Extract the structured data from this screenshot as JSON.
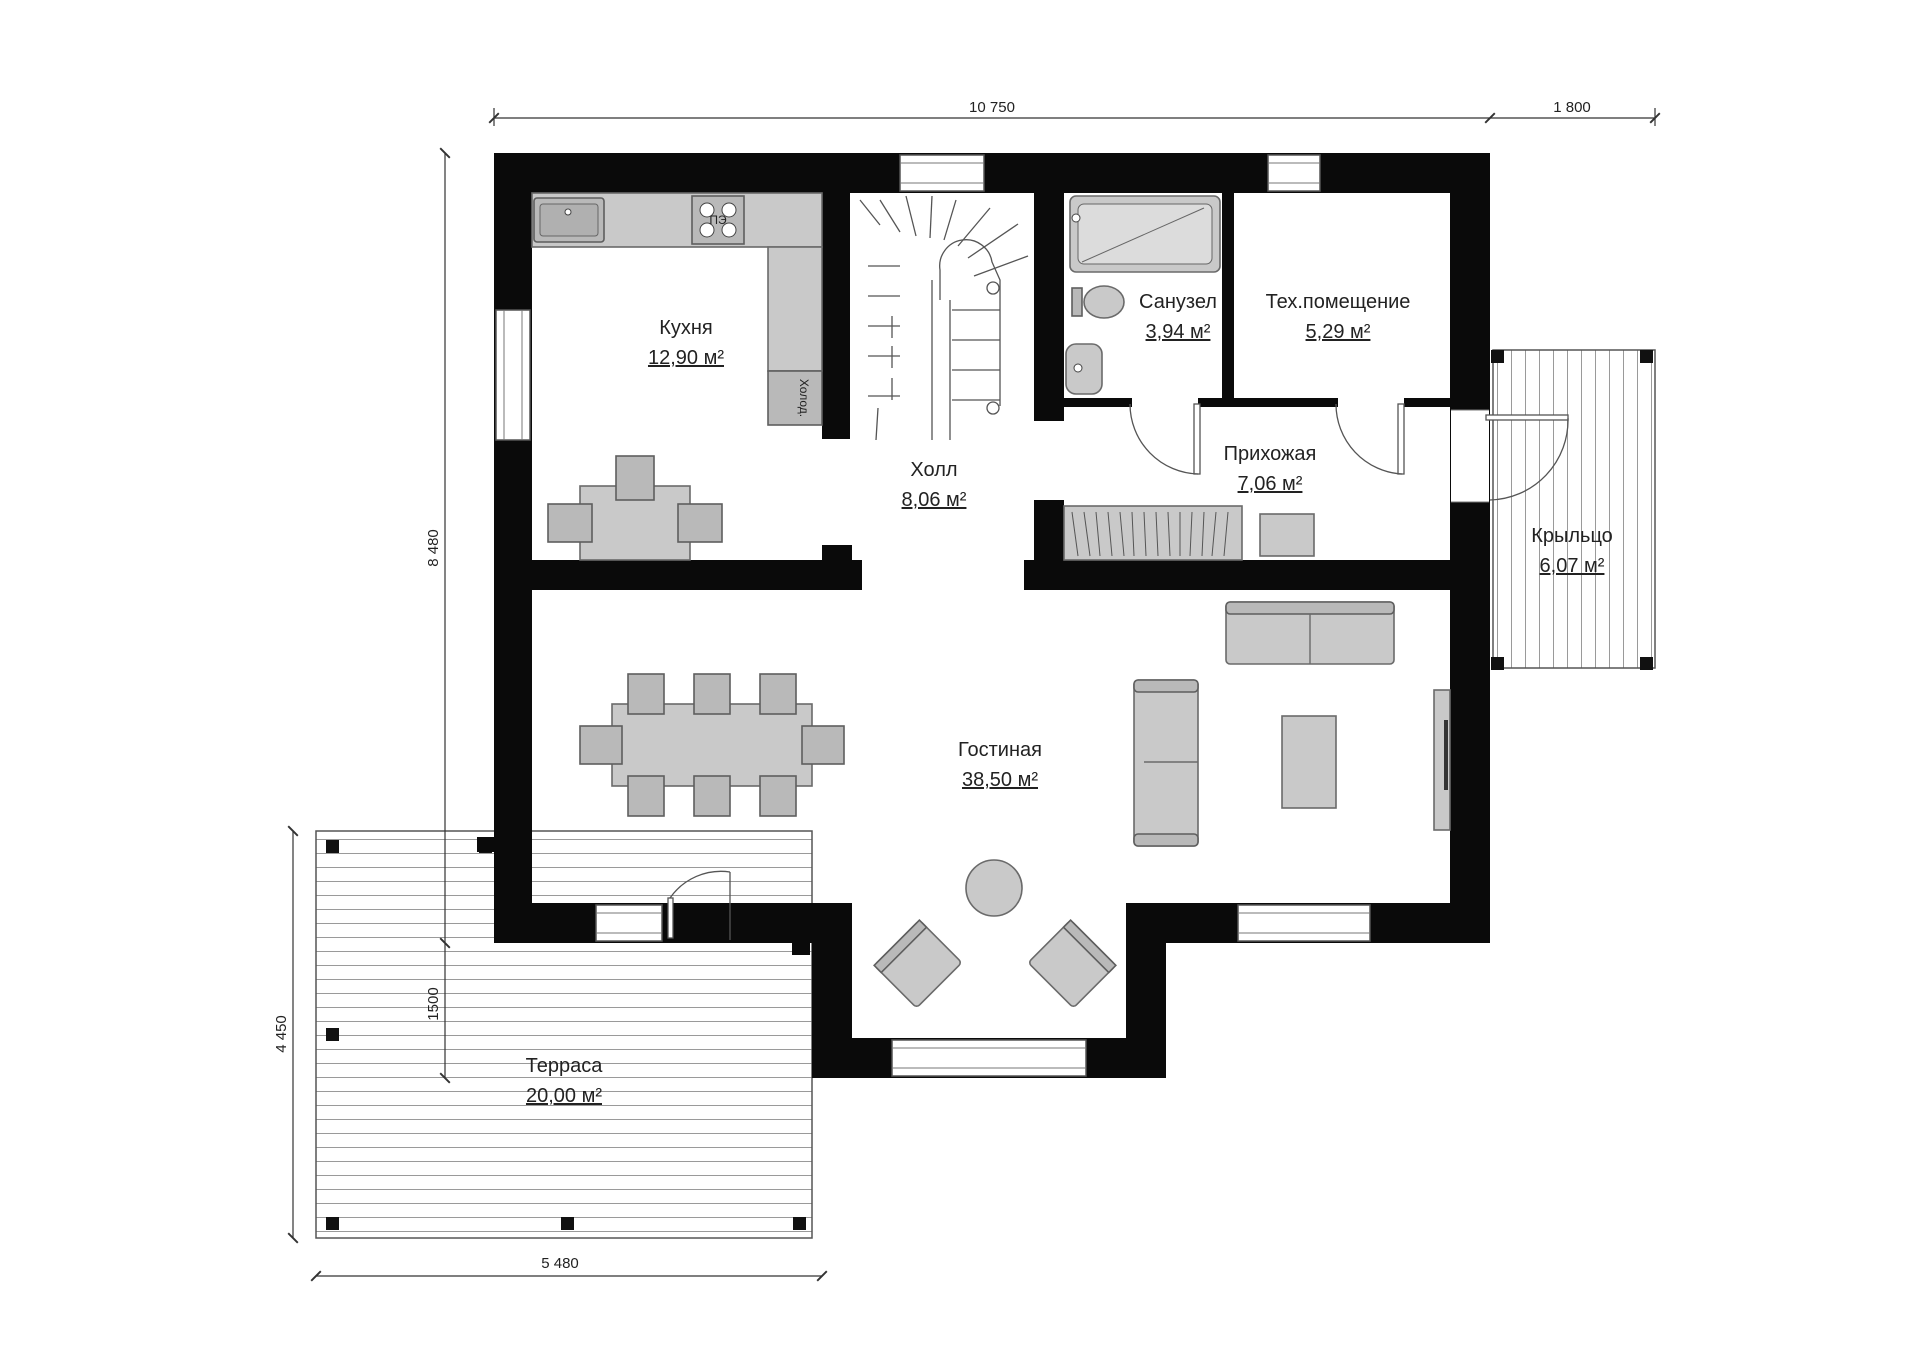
{
  "rooms": {
    "kitchen": {
      "name": "Кухня",
      "area": "12,90 м²"
    },
    "hall": {
      "name": "Холл",
      "area": "8,06 м²"
    },
    "bathroom": {
      "name": "Санузел",
      "area": "3,94 м²"
    },
    "tech_room": {
      "name": "Тех.помещение",
      "area": "5,29 м²"
    },
    "entrance_hall": {
      "name": "Прихожая",
      "area": "7,06 м²"
    },
    "porch": {
      "name": "Крыльцо",
      "area": "6,07 м²"
    },
    "living_room": {
      "name": "Гостиная",
      "area": "38,50 м²"
    },
    "terrace": {
      "name": "Терраса",
      "area": "20,00 м²"
    }
  },
  "labels": {
    "fridge": "Холод.",
    "stove": "ПЭ"
  },
  "dimensions": {
    "top_width": "10 750",
    "porch_width": "1 800",
    "left_height": "8 480",
    "terrace_offset": "1500",
    "terrace_height": "4 450",
    "terrace_width": "5 480"
  }
}
